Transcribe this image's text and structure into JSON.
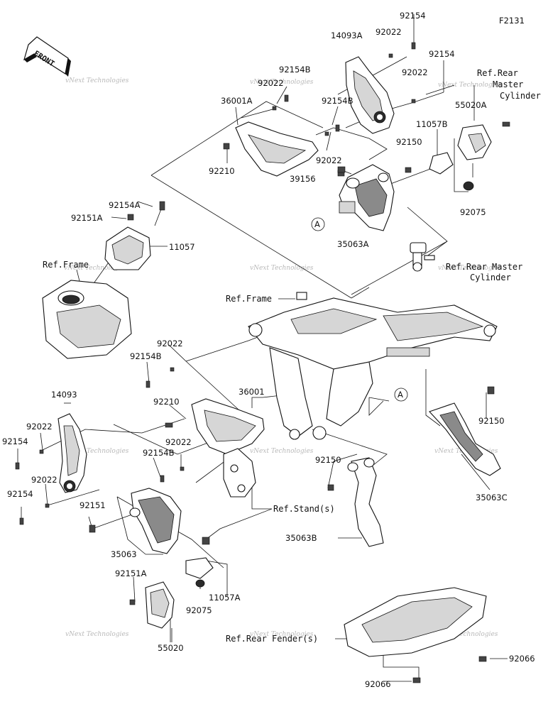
{
  "figure_code": "F2131",
  "front_label": "FRONT",
  "watermark": "vNext Technologies",
  "callout_a": "A",
  "parts": {
    "p92154_top": "92154",
    "p92022_top": "92022",
    "p14093a": "14093A",
    "p92154_r": "92154",
    "p92022_r": "92022",
    "p92154b_1": "92154B",
    "p92022_1": "92022",
    "p36001a": "36001A",
    "p92154b_2": "92154B",
    "p92022_2": "92022",
    "p92210_1": "92210",
    "p39156": "39156",
    "p11057b": "11057B",
    "p92150_1": "92150",
    "p55020a": "55020A",
    "p92075_1": "92075",
    "p35063a": "35063A",
    "p92154a": "92154A",
    "p92151a_1": "92151A",
    "p11057": "11057",
    "p92022_3": "92022",
    "p92154b_3": "92154B",
    "p14093": "14093",
    "p92022_4": "92022",
    "p92154_2": "92154",
    "p92022_5": "92022",
    "p92154_3": "92154",
    "p92210_2": "92210",
    "p36001": "36001",
    "p92154b_4": "92154B",
    "p92022_6": "92022",
    "p92150_2": "92150",
    "p92150_3": "92150",
    "p35063c": "35063C",
    "p92151": "92151",
    "p35063": "35063",
    "p35063b": "35063B",
    "p92151a_2": "92151A",
    "p92075_2": "92075",
    "p11057a": "11057A",
    "p55020": "55020",
    "p92066_1": "92066",
    "p92066_2": "92066"
  },
  "refs": {
    "rear_master_cyl_1": "Ref.Rear",
    "rear_master_cyl_2": "Master",
    "rear_master_cyl_3": "Cylinder",
    "frame_1": "Ref.Frame",
    "rear_master_cyl_b1": "Ref.Rear Master",
    "rear_master_cyl_b2": "Cylinder",
    "frame_2": "Ref.Frame",
    "stand": "Ref.Stand(s)",
    "rear_fender": "Ref.Rear Fender(s)"
  }
}
